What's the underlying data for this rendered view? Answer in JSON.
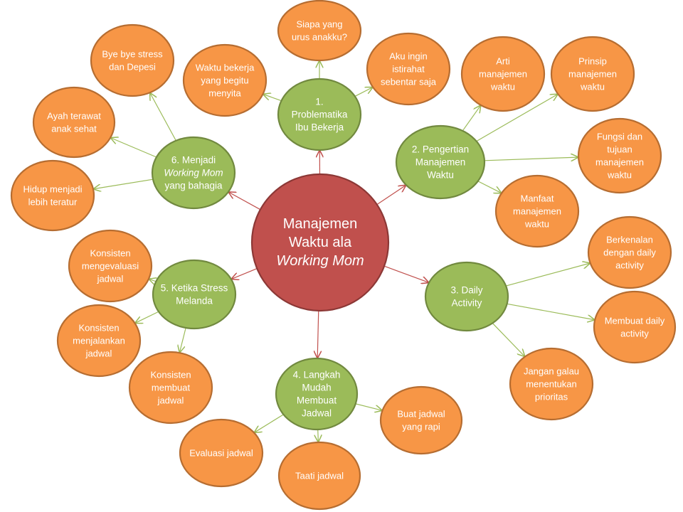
{
  "center": {
    "lines": [
      "Manajemen",
      "Waktu ala",
      "Working Mom"
    ],
    "italic_lines": [
      2
    ]
  },
  "topics": [
    {
      "id": "t1",
      "lines": [
        "1.",
        "Problematika",
        "Ibu Bekerja"
      ],
      "italic_lines": [],
      "children": [
        {
          "lines": [
            "Waktu bekerja",
            "yang begitu",
            "menyita"
          ]
        },
        {
          "lines": [
            "Siapa yang",
            "urus anakku?"
          ]
        },
        {
          "lines": [
            "Aku ingin",
            "istirahat",
            "sebentar saja"
          ]
        }
      ]
    },
    {
      "id": "t2",
      "lines": [
        "2. Pengertian",
        "Manajemen",
        "Waktu"
      ],
      "italic_lines": [],
      "children": [
        {
          "lines": [
            "Arti",
            "manajemen",
            "waktu"
          ]
        },
        {
          "lines": [
            "Prinsip",
            "manajemen",
            "waktu"
          ]
        },
        {
          "lines": [
            "Fungsi dan",
            "tujuan",
            "manajemen",
            "waktu"
          ]
        },
        {
          "lines": [
            "Manfaat",
            "manajemen",
            "waktu"
          ]
        }
      ]
    },
    {
      "id": "t3",
      "lines": [
        "3. Daily",
        "Activity"
      ],
      "italic_lines": [],
      "children": [
        {
          "lines": [
            "Berkenalan",
            "dengan daily",
            "activity"
          ]
        },
        {
          "lines": [
            "Membuat daily",
            "activity"
          ]
        },
        {
          "lines": [
            "Jangan galau",
            "menentukan",
            "prioritas"
          ]
        }
      ]
    },
    {
      "id": "t4",
      "lines": [
        "4. Langkah",
        "Mudah",
        "Membuat",
        "Jadwal"
      ],
      "italic_lines": [],
      "children": [
        {
          "lines": [
            "Buat jadwal",
            "yang rapi"
          ]
        },
        {
          "lines": [
            "Taati jadwal"
          ]
        },
        {
          "lines": [
            "Evaluasi jadwal"
          ]
        }
      ]
    },
    {
      "id": "t5",
      "lines": [
        "5. Ketika Stress",
        "Melanda"
      ],
      "italic_lines": [],
      "children": [
        {
          "lines": [
            "Konsisten",
            "mengevaluasi",
            "jadwal"
          ]
        },
        {
          "lines": [
            "Konsisten",
            "menjalankan",
            "jadwal"
          ]
        },
        {
          "lines": [
            "Konsisten",
            "membuat",
            "jadwal"
          ]
        }
      ]
    },
    {
      "id": "t6",
      "lines": [
        "6. Menjadi",
        "Working Mom",
        "yang bahagia"
      ],
      "italic_lines": [
        1
      ],
      "children": [
        {
          "lines": [
            "Bye bye stress",
            "dan Depesi"
          ]
        },
        {
          "lines": [
            "Ayah terawat",
            "anak sehat"
          ]
        },
        {
          "lines": [
            "Hidup menjadi",
            "lebih teratur"
          ]
        }
      ]
    }
  ],
  "colors": {
    "center_fill": "#c0504d",
    "center_stroke": "#8c3836",
    "topic_fill": "#9bbb59",
    "topic_stroke": "#71893f",
    "leaf_fill": "#f79646",
    "leaf_stroke": "#b66d31",
    "red_arrow": "#c0504d",
    "green_arrow": "#9bbb59"
  }
}
